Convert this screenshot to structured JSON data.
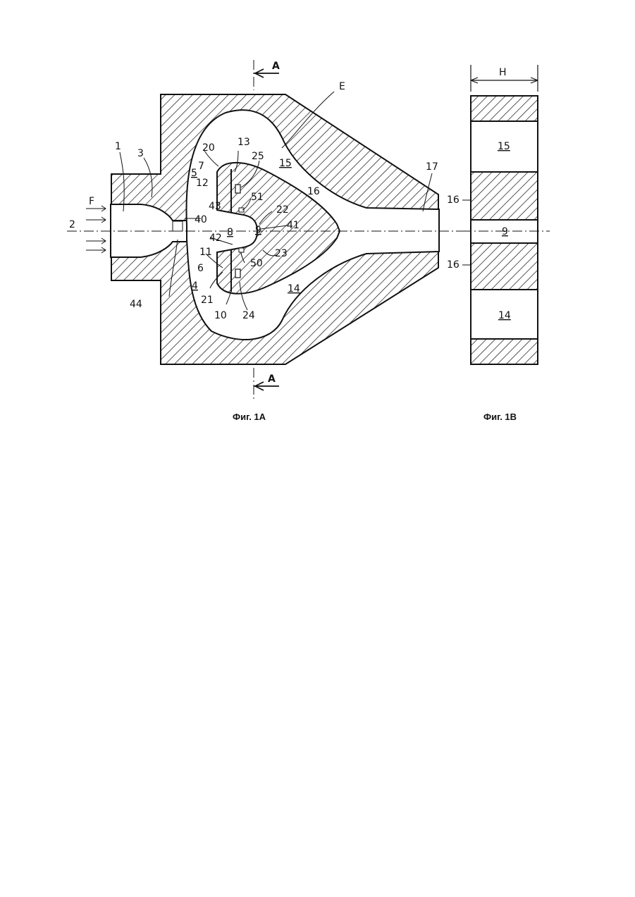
{
  "figure_1a": {
    "caption": "Фиг. 1А",
    "section_marker": "A",
    "labels": {
      "l1": "1",
      "l2": "2",
      "l3": "3",
      "l4": "4",
      "l5": "5",
      "l6": "6",
      "l7": "7",
      "l8": "8",
      "l9": "9",
      "l10": "10",
      "l11": "11",
      "l12": "12",
      "l13": "13",
      "l14": "14",
      "l15": "15",
      "l16": "16",
      "l17": "17",
      "l20": "20",
      "l21": "21",
      "l22": "22",
      "l23": "23",
      "l24": "24",
      "l25": "25",
      "l40": "40",
      "l41": "41",
      "l42": "42",
      "l43": "43",
      "l44": "44",
      "l50": "50",
      "l51": "51",
      "lE": "E",
      "lF": "F"
    }
  },
  "figure_1b": {
    "caption": "Фиг. 1В",
    "dimension": "H",
    "labels": {
      "l15": "15",
      "l14": "14",
      "l9": "9",
      "l16a": "16",
      "l16b": "16"
    }
  }
}
